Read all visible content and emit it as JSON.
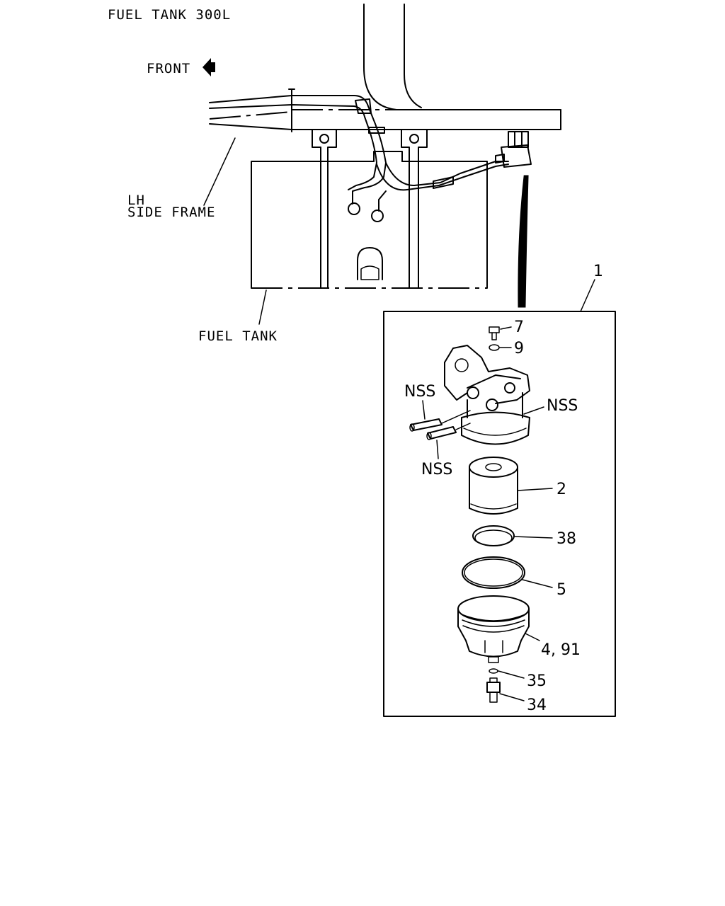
{
  "title": "FUEL TANK 300L",
  "labels": {
    "front": "FRONT",
    "side_frame_line1": "LH",
    "side_frame_line2": "SIDE FRAME",
    "fuel_tank": "FUEL TANK"
  },
  "callouts": {
    "assembly": "1",
    "element": "2",
    "cup": "4, 91",
    "o_ring_large": "5",
    "bolt": "7",
    "washer": "9",
    "drain_plug": "34",
    "drain_washer": "35",
    "ring": "38",
    "nss_body": "NSS",
    "nss_pipe_upper": "NSS",
    "nss_pipe_lower": "NSS"
  },
  "colors": {
    "line": "#000000",
    "background": "#ffffff"
  }
}
